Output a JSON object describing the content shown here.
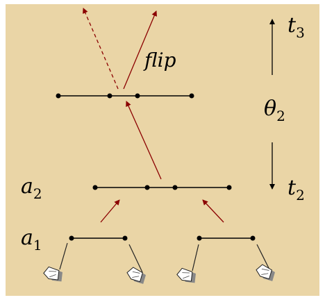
{
  "labels": {
    "t3": "t",
    "t3_sub": "3",
    "t2": "t",
    "t2_sub": "2",
    "theta": "θ",
    "theta_sub": "2",
    "a2": "a",
    "a2_sub": "2",
    "a1": "a",
    "a1_sub": "1",
    "flip": "flip"
  },
  "colors": {
    "background": "#ead5a6",
    "arrow": "#8b0000",
    "line": "#000000"
  }
}
